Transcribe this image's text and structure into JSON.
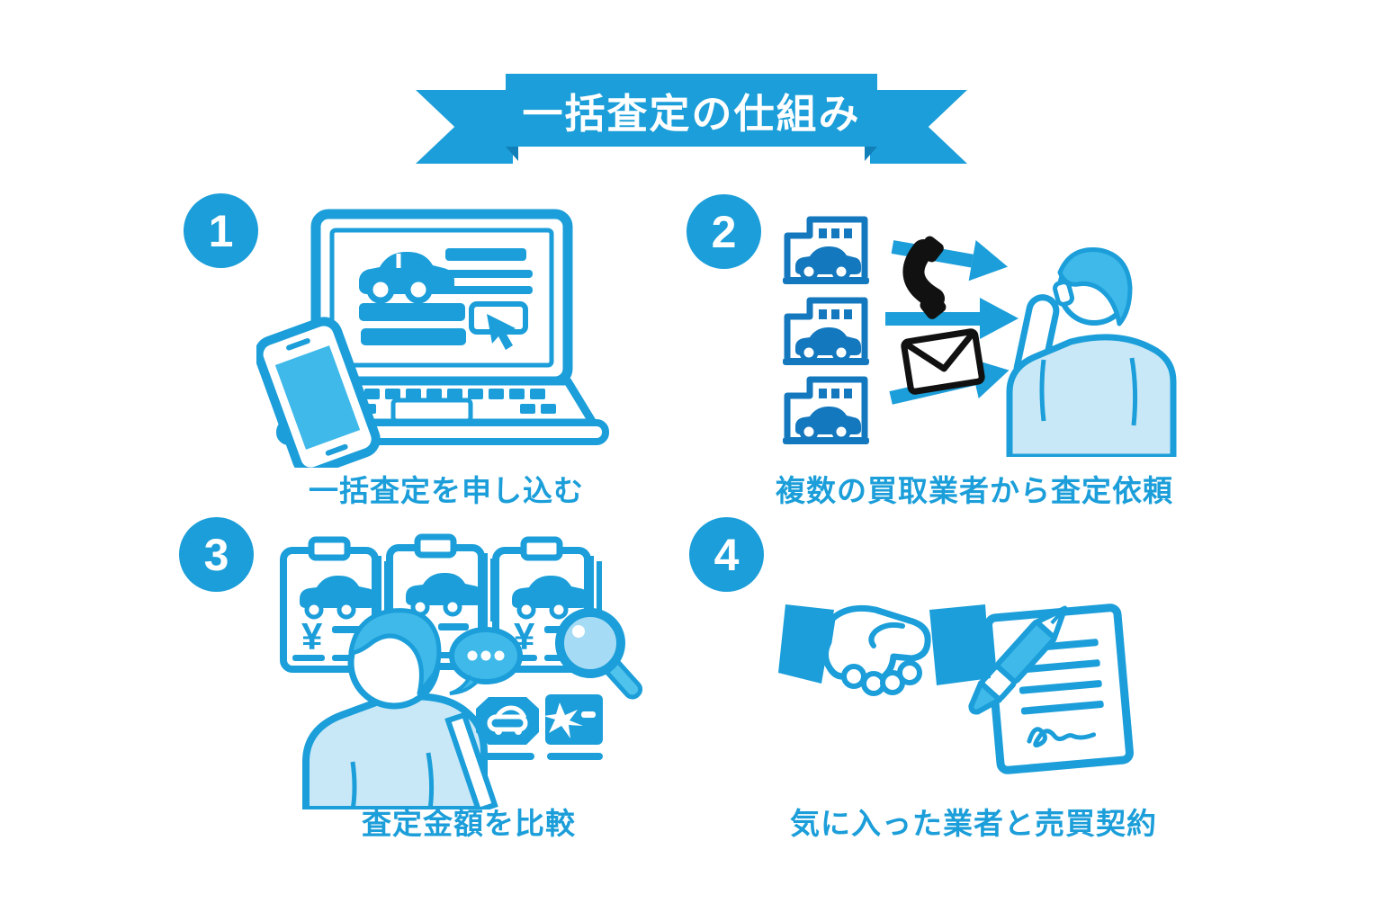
{
  "banner": {
    "title": "一括査定の仕組み"
  },
  "steps": [
    {
      "number": "1",
      "caption": "一括査定を申し込む",
      "illustration": "apply-online-laptop-smartphone"
    },
    {
      "number": "2",
      "caption": "複数の買取業者から査定依頼",
      "illustration": "dealers-contact-by-phone-mail"
    },
    {
      "number": "3",
      "caption": "査定金額を比較",
      "illustration": "compare-assessment-amounts"
    },
    {
      "number": "4",
      "caption": "気に入った業者と売買契約",
      "illustration": "handshake-and-sales-contract"
    }
  ],
  "illustrations": {
    "yen_symbol": "¥"
  },
  "colors": {
    "primary": "#1B9ED9",
    "primary_dark": "#1478BE",
    "light_blue": "#3FB9E9",
    "pale_blue": "#C9E8F7",
    "lens_blue": "#A6DBF5",
    "icon_black": "#111111",
    "background": "#FFFFFF",
    "title_text": "#FFFFFF"
  }
}
